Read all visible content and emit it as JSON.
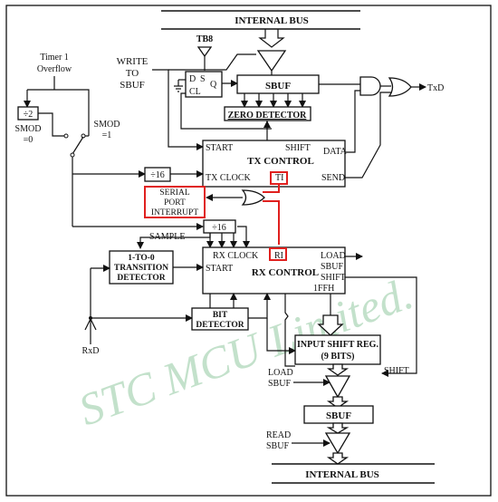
{
  "buses": {
    "top": "INTERNAL BUS",
    "bottom": "INTERNAL BUS"
  },
  "labels": {
    "tb8": "TB8",
    "write": [
      "WRITE",
      "TO",
      "SBUF"
    ],
    "timer": [
      "Timer 1",
      "Overflow"
    ],
    "smod0": [
      "SMOD",
      "=0"
    ],
    "smod1": [
      "SMOD",
      "=1"
    ],
    "div2": "÷2",
    "div16a": "÷16",
    "div16b": "÷16",
    "sample": "SAMPLE",
    "rxd": "RxD",
    "txd": "TxD",
    "load_sbuf_bottom": [
      "LOAD",
      "SBUF"
    ],
    "read_sbuf": [
      "READ",
      "SBUF"
    ],
    "shift_bottom": "SHIFT",
    "ffh": "1FFH"
  },
  "blocks": {
    "dff": {
      "d": "D",
      "s": "S",
      "q": "Q",
      "cl": "CL"
    },
    "sbuf_tx": "SBUF",
    "zero_detector": "ZERO DETECTOR",
    "tx_control": {
      "title": "TX CONTROL",
      "start": "START",
      "shift": "SHIFT",
      "data": "DATA",
      "tx_clock": "TX CLOCK",
      "ti": "TI",
      "send": "SEND"
    },
    "serial_port_interrupt": [
      "SERIAL",
      "PORT",
      "INTERRUPT"
    ],
    "rx_control": {
      "title": "RX CONTROL",
      "rx_clock": "RX CLOCK",
      "ri": "RI",
      "start": "START",
      "load_sbuf": [
        "LOAD",
        "SBUF"
      ],
      "shift": "SHIFT"
    },
    "transition_detector": [
      "1-TO-0",
      "TRANSITION",
      "DETECTOR"
    ],
    "bit_detector": [
      "BIT",
      "DETECTOR"
    ],
    "input_shift_reg": [
      "INPUT SHIFT REG.",
      "(9 BITS)"
    ],
    "sbuf_rx": "SBUF"
  },
  "watermark": "STC MCU Limited."
}
